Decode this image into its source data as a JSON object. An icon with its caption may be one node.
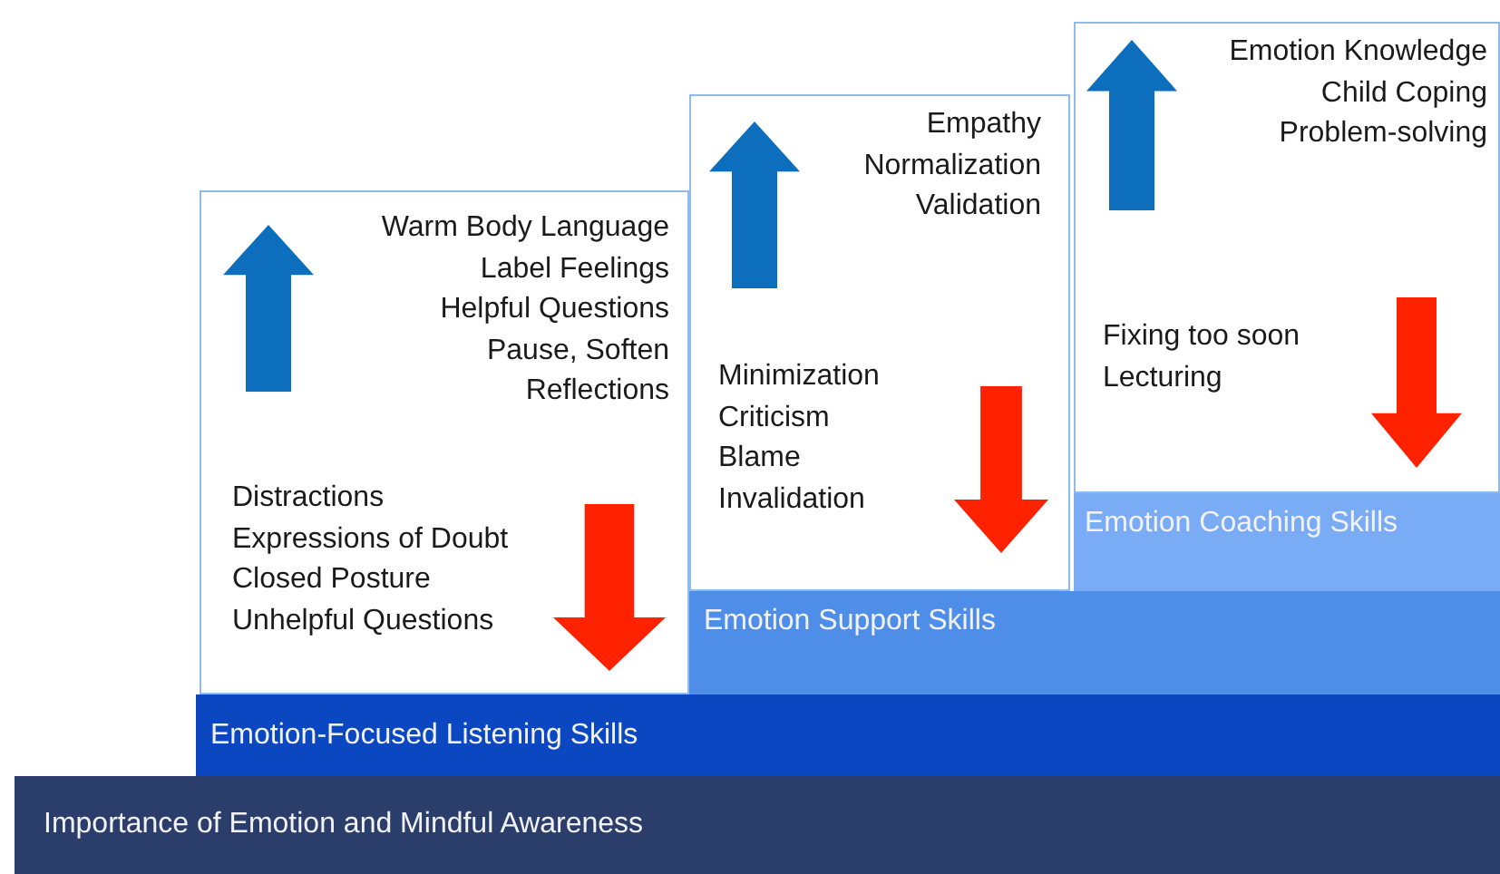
{
  "diagram": {
    "nodes": [
      {
        "text": [
          "Importance of Emotion and Mindful Awareness"
        ]
      },
      {
        "text": [
          "Emotion-Focused Listening Skills"
        ]
      },
      {
        "text": [
          "Emotion Support Skills"
        ]
      },
      {
        "text": [
          "Emotion Coaching Skills"
        ]
      },
      {
        "text": [
          "Warm Body Language",
          "Label Feelings",
          "Helpful Questions",
          "Pause, Soften",
          "Reflections",
          "Distractions",
          "Expressions of Doubt",
          "Closed Posture",
          "Unhelpful Questions"
        ]
      },
      {
        "text": [
          "Empathy",
          "Normalization",
          "Validation",
          "Minimization",
          "Criticism",
          "Blame",
          "Invalidation"
        ]
      },
      {
        "text": [
          "Emotion Knowledge",
          "Child Coping",
          "Problem-solving",
          "Fixing too soon",
          "Lecturing"
        ]
      }
    ]
  }
}
